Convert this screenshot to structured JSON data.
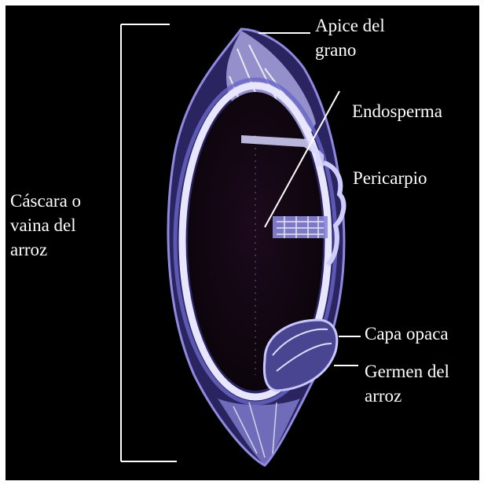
{
  "labels": {
    "apice": "Apice del\ngrano",
    "endosperma": "Endosperma",
    "pericarpio": "Pericarpio",
    "cascara": "Cáscara o\nvaina del\narroz",
    "capa_opaca": "Capa opaca",
    "germen": "Germen del\narroz"
  },
  "colors": {
    "background": "#000000",
    "label_text": "#ffffff",
    "grain_glow": "#e8e6ff",
    "grain_tint": "#6a66c8",
    "interior": "#120612"
  }
}
